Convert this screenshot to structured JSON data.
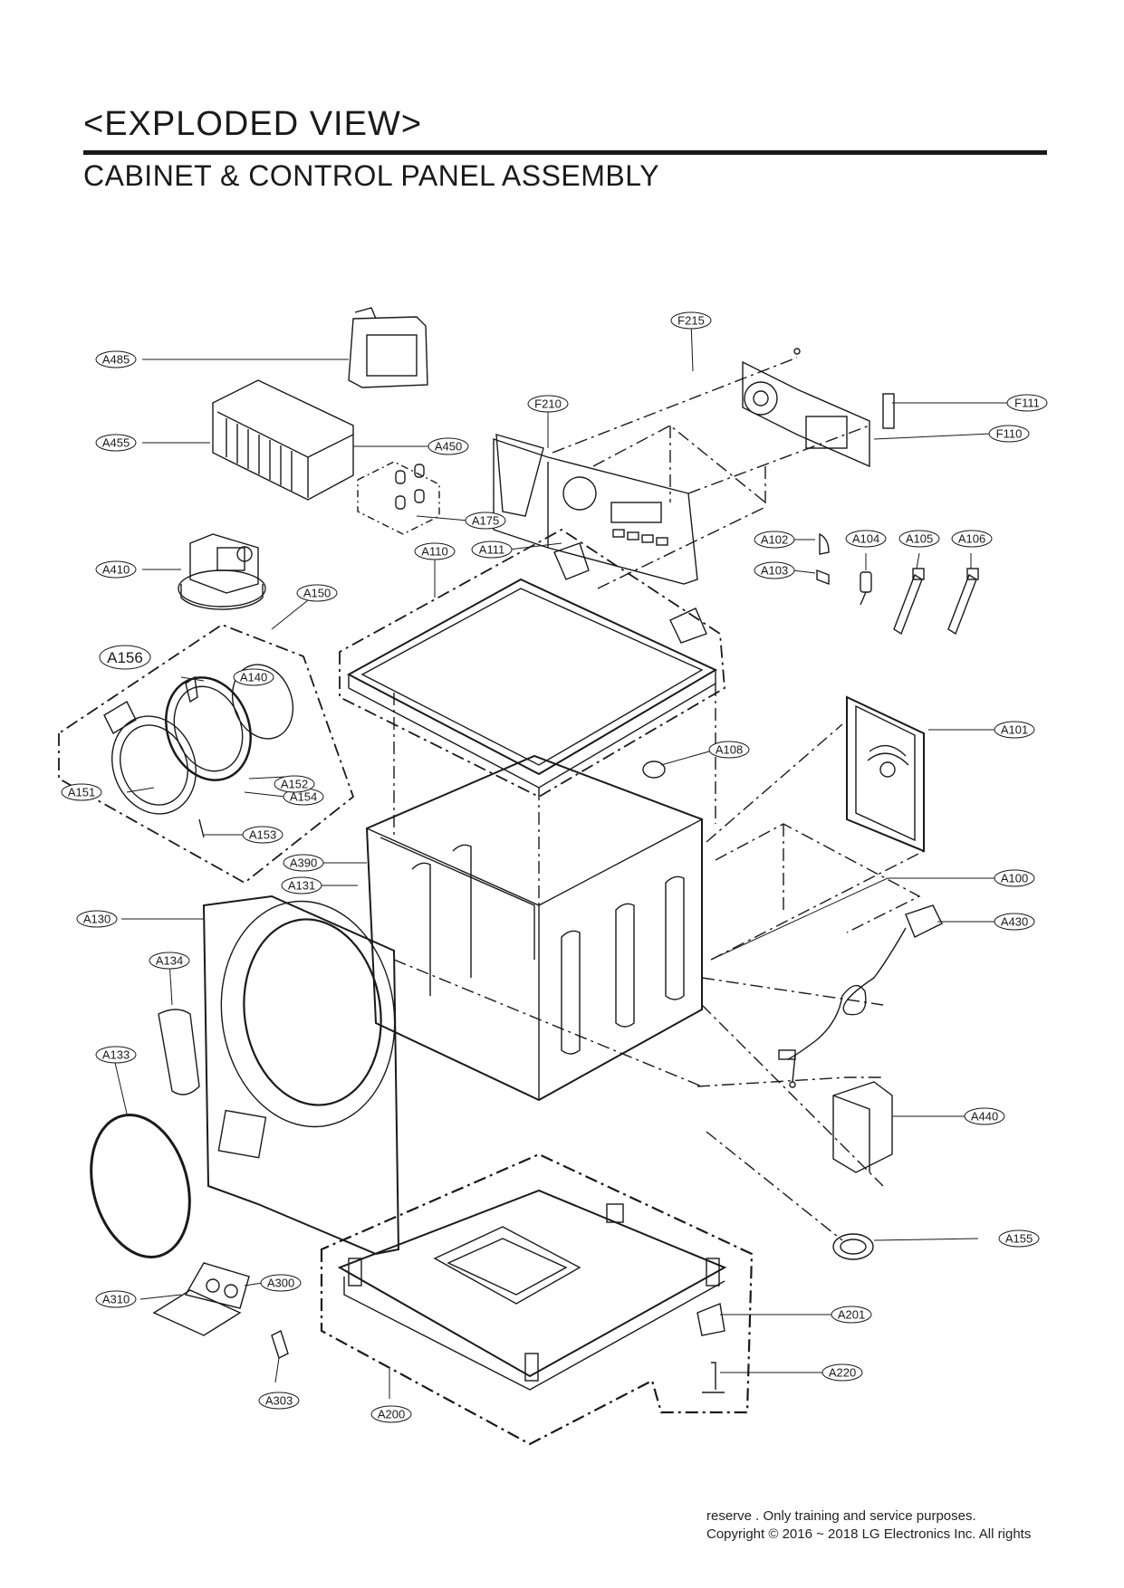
{
  "header": {
    "title": "<EXPLODED VIEW>",
    "subtitle": "CABINET & CONTROL  PANEL ASSEMBLY"
  },
  "callouts": [
    "A485",
    "A455",
    "A450",
    "A175",
    "A410",
    "A150",
    "A156",
    "A140",
    "A151",
    "A154",
    "A152",
    "A153",
    "A390",
    "A131",
    "A130",
    "A134",
    "A133",
    "A310",
    "A300",
    "A303",
    "A200",
    "A110",
    "A111",
    "F210",
    "F215",
    "F111",
    "F110",
    "A102",
    "A103",
    "A104",
    "A105",
    "A106",
    "A101",
    "A108",
    "A100",
    "A430",
    "A440",
    "A155",
    "A201",
    "A220"
  ],
  "footer": {
    "line1": "reserve  . Only training and service purposes.",
    "line2": "Copyright © 2016 ~ 2018 LG Electronics Inc. All rights"
  }
}
